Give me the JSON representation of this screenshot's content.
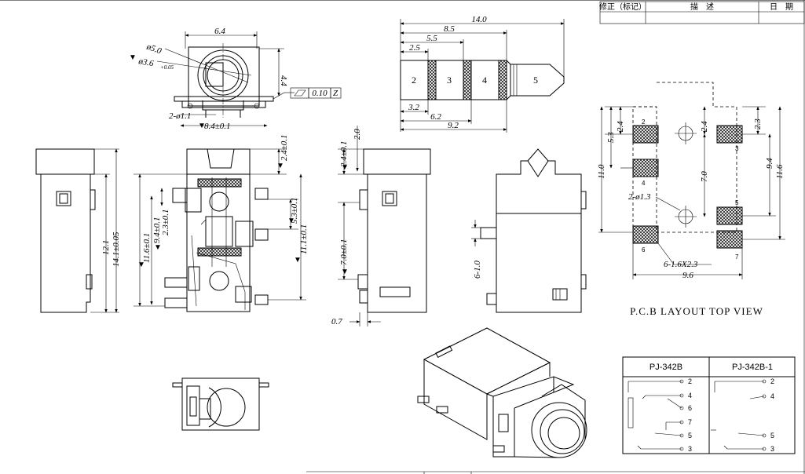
{
  "revision_table": {
    "headers": [
      "修正（标记）",
      "描　述",
      "日　期"
    ]
  },
  "front_view": {
    "dims": {
      "width": "6.4",
      "height": "4.4",
      "dia_outer": "ø5.0",
      "dia_inner": "ø3.6",
      "dia_inner_tol": "+0.05",
      "hole": "2-ø1.1",
      "pitch": "8.4±0.1",
      "flatness_val": "0.10",
      "flatness_ref": "Z"
    }
  },
  "plug": {
    "segments": [
      "2",
      "3",
      "4",
      "5"
    ],
    "dims": {
      "total": "14.0",
      "d85": "8.5",
      "d55": "5.5",
      "d25": "2.5",
      "d32": "3.2",
      "d62": "6.2",
      "d92": "9.2"
    }
  },
  "side_view_left": {
    "dims": {
      "h121": "12.1",
      "h141": "14.1±0.05"
    }
  },
  "section_view": {
    "dims": {
      "d116": "11.6±0.1",
      "d94": "9.4±0.1",
      "d23": "2.3±0.1",
      "d24": "2.4±0.1",
      "d53": "5.3±0.1",
      "d111": "11.1±0.1"
    }
  },
  "side_view_mid": {
    "dims": {
      "d24": "2.4±0.1",
      "d20": "2.0",
      "d70": "7.0±0.1",
      "d07": "0.7"
    }
  },
  "side_view_right": {
    "dims": {
      "d610": "6-1.0"
    }
  },
  "pcb_layout": {
    "caption": "P.C.B LAYOUT TOP VIEW",
    "pads": [
      "2",
      "3",
      "4",
      "5",
      "6",
      "7"
    ],
    "dims": {
      "d24a": "2.4",
      "d53": "5.3",
      "d110": "11.0",
      "d24b": "2.4",
      "d70": "7.0",
      "d23": "2.3",
      "d94": "9.4",
      "d116": "11.6",
      "holes": "2-ø1.3",
      "pads": "6-1.6X2.3",
      "d96": "9.6"
    }
  },
  "schematic": {
    "left_title": "PJ-342B",
    "right_title": "PJ-342B-1",
    "left_pins": [
      "2",
      "4",
      "6",
      "7",
      "5",
      "3"
    ],
    "right_pins": [
      "2",
      "4",
      "5",
      "3"
    ]
  }
}
